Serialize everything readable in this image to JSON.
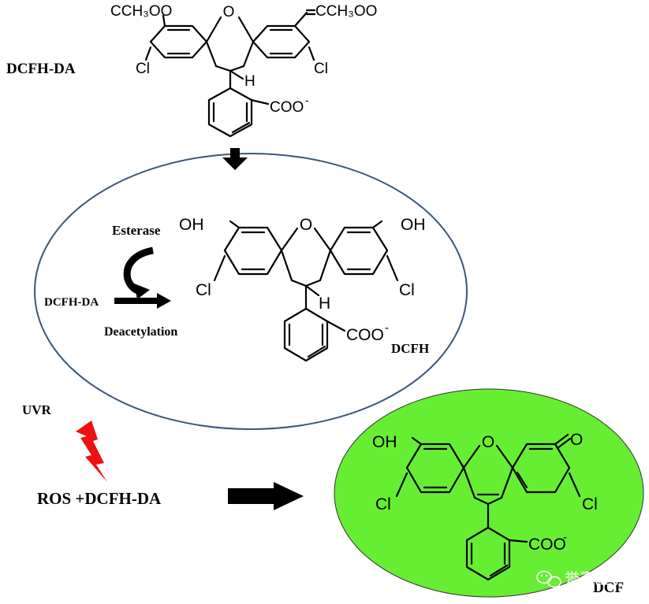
{
  "labels": {
    "dcfh_da_top": "DCFH-DA",
    "esterase": "Esterase",
    "dcfh_da_inner": "DCFH-DA",
    "deacetylation": "Deacetylation",
    "dcfh": "DCFH",
    "uvr": "UVR",
    "ros_reaction": "ROS +DCFH-DA",
    "dcf": "DCF"
  },
  "molecule_dcfh_da": {
    "acetate_left": "CCH₃OO",
    "acetate_right": "CCH₃OO",
    "ring_oxygen": "O",
    "cl_left": "Cl",
    "cl_right": "Cl",
    "hydrogen": "H",
    "carboxylate": "COO",
    "charge": "-"
  },
  "molecule_dcfh": {
    "oh_left": "OH",
    "oh_right": "OH",
    "ring_oxygen": "O",
    "cl_left": "Cl",
    "cl_right": "Cl",
    "hydrogen": "H",
    "carboxylate": "COO",
    "charge": "-"
  },
  "molecule_dcf": {
    "oh_left": "OH",
    "keto_oxygen": "O",
    "ring_oxygen": "O",
    "cl_left": "Cl",
    "cl_right": "Cl",
    "carboxylate": "COO",
    "charge": "-"
  },
  "watermark": {
    "text": "誉嘉医学",
    "icon": "wechat-icon"
  },
  "colors": {
    "ellipse_stroke": "#3b5878",
    "dcf_fill": "#66ee33",
    "lightning": "#ee1111",
    "arrow": "#000000"
  }
}
